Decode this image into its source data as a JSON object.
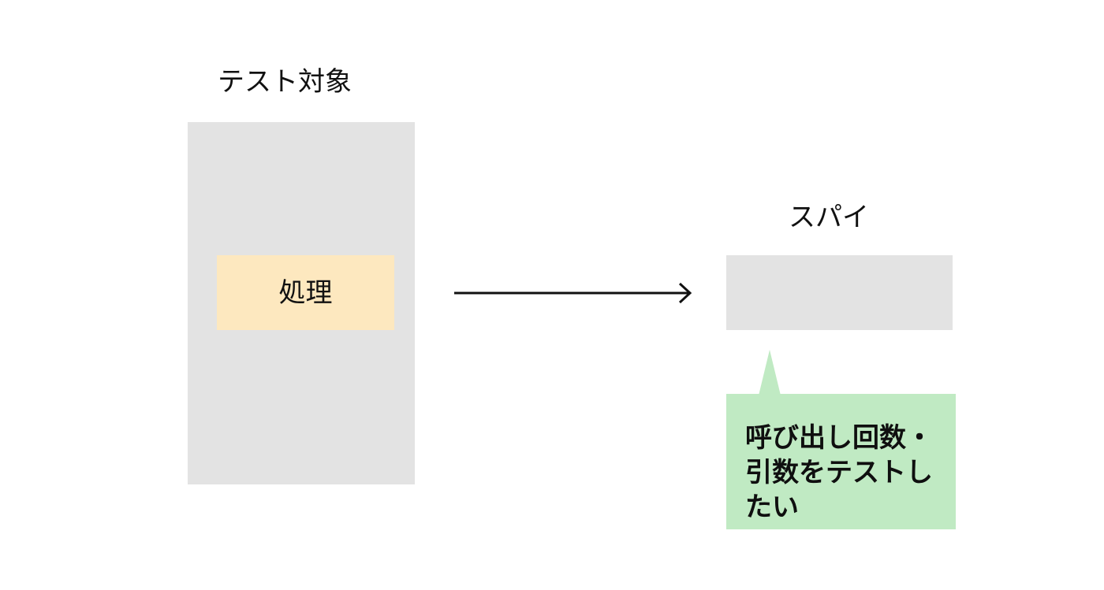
{
  "diagram": {
    "target": {
      "title": "テスト対象",
      "process_label": "処理"
    },
    "spy": {
      "title": "スパイ"
    },
    "callout": {
      "text": "呼び出し回数・\n引数をテストし\nたい"
    },
    "arrow": {
      "direction": "right"
    },
    "colors": {
      "background": "#ffffff",
      "container_gray": "#e3e3e3",
      "process_fill": "#fde8bf",
      "callout_fill": "#c0eac3",
      "text": "#111111",
      "arrow": "#111111"
    }
  }
}
